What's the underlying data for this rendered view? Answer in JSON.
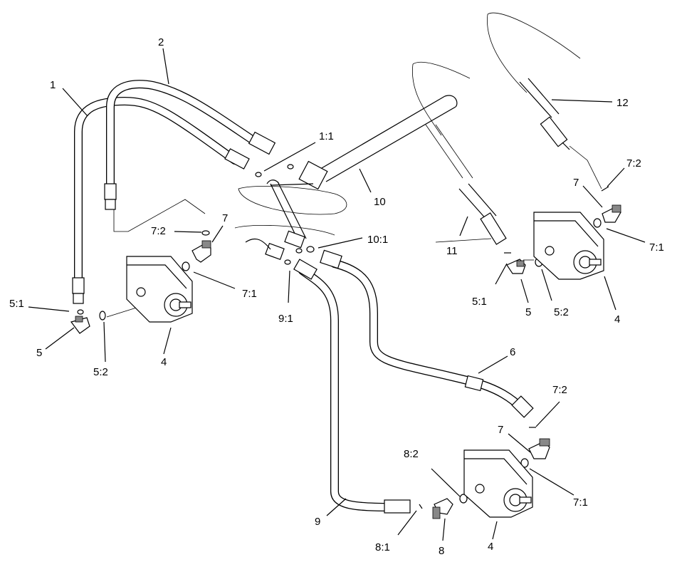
{
  "diagram": {
    "type": "exploded-parts-diagram",
    "subject": "hydraulic hoses and fittings to motors",
    "callouts": [
      {
        "id": "c1",
        "text": "1"
      },
      {
        "id": "c2",
        "text": "2"
      },
      {
        "id": "c1_1",
        "text": "1:1"
      },
      {
        "id": "c10",
        "text": "10"
      },
      {
        "id": "c12",
        "text": "12"
      },
      {
        "id": "c7_2_tr",
        "text": "7:2"
      },
      {
        "id": "c7_tr",
        "text": "7"
      },
      {
        "id": "c7_1_tr",
        "text": "7:1"
      },
      {
        "id": "c11",
        "text": "11"
      },
      {
        "id": "c5_1_r",
        "text": "5:1"
      },
      {
        "id": "c5_r",
        "text": "5"
      },
      {
        "id": "c5_2_r",
        "text": "5:2"
      },
      {
        "id": "c4_r",
        "text": "4"
      },
      {
        "id": "c10_1",
        "text": "10:1"
      },
      {
        "id": "c7_2_l",
        "text": "7:2"
      },
      {
        "id": "c7_l",
        "text": "7"
      },
      {
        "id": "c7_1_l",
        "text": "7:1"
      },
      {
        "id": "c9_1",
        "text": "9:1"
      },
      {
        "id": "c5_1_l",
        "text": "5:1"
      },
      {
        "id": "c5_l",
        "text": "5"
      },
      {
        "id": "c5_2_l",
        "text": "5:2"
      },
      {
        "id": "c4_l",
        "text": "4"
      },
      {
        "id": "c6",
        "text": "6"
      },
      {
        "id": "c7_2_b",
        "text": "7:2"
      },
      {
        "id": "c7_b",
        "text": "7"
      },
      {
        "id": "c7_1_b",
        "text": "7:1"
      },
      {
        "id": "c8_2",
        "text": "8:2"
      },
      {
        "id": "c9",
        "text": "9"
      },
      {
        "id": "c8_1",
        "text": "8:1"
      },
      {
        "id": "c8",
        "text": "8"
      },
      {
        "id": "c4_b",
        "text": "4"
      }
    ]
  }
}
